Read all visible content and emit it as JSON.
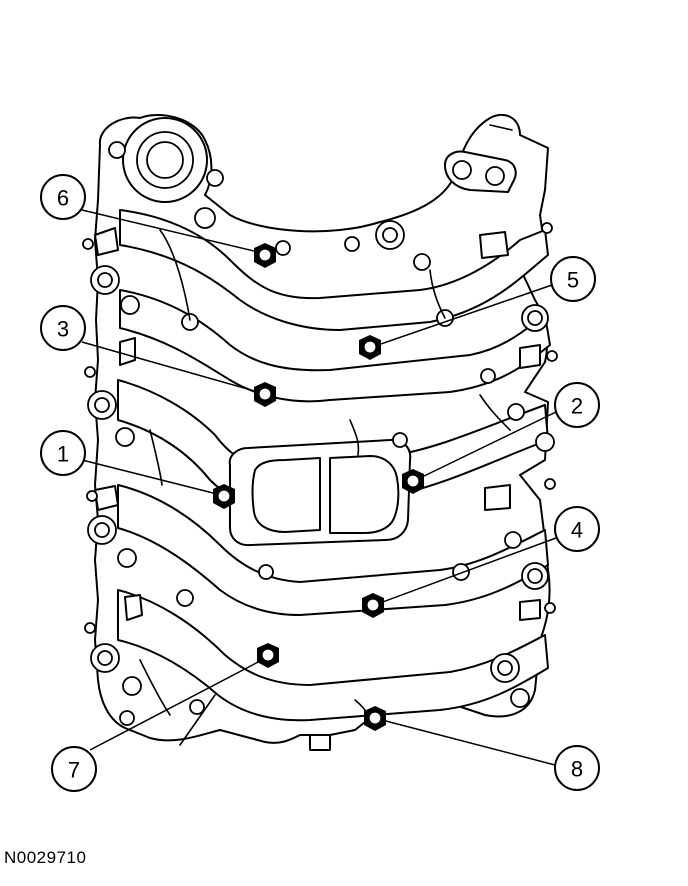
{
  "figure": {
    "reference_code": "N0029710"
  },
  "callouts": [
    {
      "id": "callout-1",
      "number": "1"
    },
    {
      "id": "callout-2",
      "number": "2"
    },
    {
      "id": "callout-3",
      "number": "3"
    },
    {
      "id": "callout-4",
      "number": "4"
    },
    {
      "id": "callout-5",
      "number": "5"
    },
    {
      "id": "callout-6",
      "number": "6"
    },
    {
      "id": "callout-7",
      "number": "7"
    },
    {
      "id": "callout-8",
      "number": "8"
    }
  ]
}
